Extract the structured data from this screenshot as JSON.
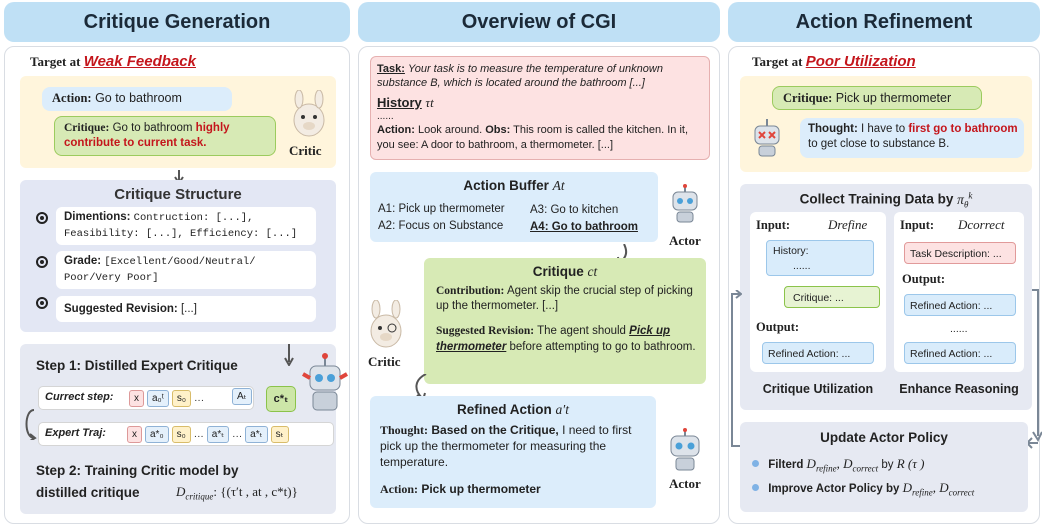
{
  "headers": {
    "left": "Critique Generation",
    "middle": "Overview of CGI",
    "right": "Action Refinement"
  },
  "left": {
    "target_prefix": "Target at",
    "target_name": "Weak Feedback",
    "action_label": "Action:",
    "action_value": "Go to bathroom",
    "critique_label": "Critique:",
    "critique_value": "Go to bathroom",
    "critique_emph": "highly contribute to current task.",
    "critic_label": "Critic",
    "structure_title": "Critique Structure",
    "dim_label": "Dimentions:",
    "dim_value_1": "Contruction: [...],",
    "dim_value_2": "Feasibility: [...], Efficiency: [...]",
    "grade_label": "Grade:",
    "grade_value_1": "[Excellent/Good/Neutral/",
    "grade_value_2": "Poor/Very Poor]",
    "revision_label": "Suggested Revision:",
    "revision_value": "[...]",
    "step1": "Step 1: Distilled Expert Critique",
    "current_step_label": "Currect step:",
    "expert_traj_label": "Expert Traj:",
    "step2_line1": "Step 2: Training Critic model by",
    "step2_line2": "distilled critique",
    "step2_formula_name": "D",
    "step2_formula_sub": "critique",
    "step2_formula_rest": ": {(τ′t , at , c*t)}"
  },
  "middle": {
    "task_label": "Task:",
    "task_text": "Your task is to measure the temperature of unknown substance B, which is located around the bathroom [...]",
    "history_label": "History",
    "history_symbol": "τt",
    "dots": "......",
    "history_action_label": "Action:",
    "history_action": "Look around.",
    "history_obs_label": "Obs:",
    "history_obs": "This room is called the kitchen. In it, you see: A door to bathroom, a thermometer. [...]",
    "buffer_title": "Action Buffer",
    "buffer_symbol": "At",
    "a1": "A1: Pick up thermometer",
    "a2": "A2: Focus on Substance",
    "a3": "A3: Go to kitchen",
    "a4": "A4: Go to bathroom",
    "actor_label": "Actor",
    "critique_title": "Critique",
    "critique_symbol": "ct",
    "contribution_label": "Contribution:",
    "contribution_text": "Agent skip the crucial step of picking up the thermometer. [...]",
    "suggested_label": "Suggested Revision:",
    "suggested_text_1": "The agent should",
    "suggested_emph": "Pick up thermometer",
    "suggested_text_2": "before attempting to go to bathroom.",
    "critic_label": "Critic",
    "refined_title": "Refined Action",
    "refined_symbol": "a′t",
    "thought_label": "Thought:",
    "thought_bold": "Based on the Critique,",
    "thought_text": "I need to first pick up the thermometer for measuring the temperature.",
    "refined_action_label": "Action:",
    "refined_action_value": "Pick up thermometer",
    "actor_label_2": "Actor"
  },
  "right": {
    "target_prefix": "Target at",
    "target_name": "Poor Utilization",
    "critique_label": "Critique:",
    "critique_value": "Pick up thermometer",
    "thought_label": "Thought:",
    "thought_pre": "I have to",
    "thought_emph": "first go to bathroom",
    "thought_post": "to get close to substance B.",
    "collect_title": "Collect Training Data by",
    "input_label": "Input:",
    "d_refine": "Drefine",
    "d_correct": "Dcorrect",
    "history_text": "History:",
    "history_dots": "......",
    "critique_bubble": "Critique: ...",
    "output_label": "Output:",
    "refined_bubble": "Refined Action: ...",
    "task_desc_bubble": "Task Description: ...",
    "refined_bubble_2": "Refined Action: ...",
    "mid_dots": "......",
    "refined_bubble_3": "Refined Action: ...",
    "utilization_label": "Critique Utilization",
    "reasoning_label": "Enhance Reasoning",
    "update_title": "Update Actor Policy",
    "filter_label": "Filterd",
    "filter_rest": "by",
    "filter_r": "R (τ )",
    "improve_label": "Improve Actor Policy by"
  }
}
